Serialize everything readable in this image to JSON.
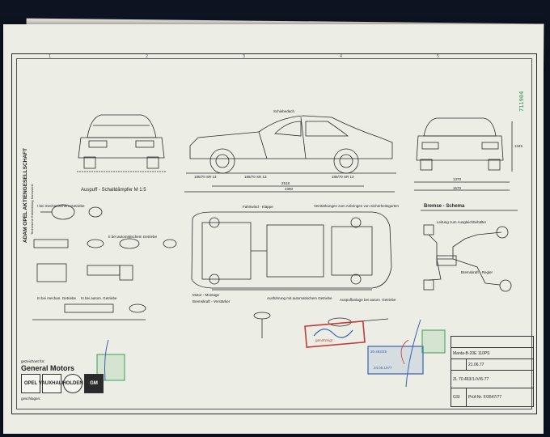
{
  "document": {
    "company_vertical": "ADAM OPEL AKTIENGESELLSCHAFT",
    "company_sub": "Technische Entwicklung Karosserie",
    "stamp_number": "711904",
    "views": {
      "top_label": "Fahrtwind - Klappe",
      "roof_note": "Schiebedach",
      "exhaust_title": "Auspuff - Schalldämpfer  M 1:5",
      "brake_title": "Bremse - Schema",
      "brake_line_label": "Leitung zum Ausgleichbehälter",
      "brake_booster_label": "Bremskraft - Regler",
      "section_I_label": "I  bei mechanischem Getriebe",
      "section_II_label": "II  bei automatischem Getriebe",
      "section_III_label": "III  bei mechan. Getriebe",
      "section_IV_label": "III  bei autom. Getriebe",
      "motor_label": "Motor - Montage",
      "brake_amp_label": "Bremskraft - Verstärker",
      "exec_label": "Ausführung mit automatischem Getriebe",
      "exhaust_pipe_label": "Auspuffanlage bei autom. Getriebe",
      "mounting_label": "Verstärkungen zum Anbringen von Sicherheitsgurten",
      "tire_labels": [
        "185/70 SR 13",
        "185/70 SR 13",
        "185/70 SR 13"
      ],
      "dims": {
        "wheelbase": "2518",
        "length": "4390",
        "track_front": "1370",
        "track_rear": "1670",
        "height": "1345"
      }
    },
    "client": {
      "label": "gezeichnet für:",
      "name": "General Motors",
      "logos": [
        "OPEL",
        "VAUXHALL",
        "HOLDEN",
        "GM"
      ],
      "signed_label": "geschlagen:"
    },
    "title_block": {
      "model": "Manta-B-20E 110PS",
      "code": "ZL 70.463/1-IV/6-77",
      "check": "Prüf-Nr. F/3547/77",
      "gsi": "GSI",
      "date": "21.06.77"
    },
    "stamps": {
      "stamp_a": "30.492/25",
      "stamp_b": "24.05.1977",
      "stamp_red": "genehmigt"
    },
    "colors": {
      "paper": "#eceee6",
      "line": "#2a2a2a",
      "stamp_red": "#c23a3a",
      "stamp_blue": "#3a5fb0",
      "stamp_green": "#3b9b5a",
      "background": "#0d1320"
    }
  }
}
